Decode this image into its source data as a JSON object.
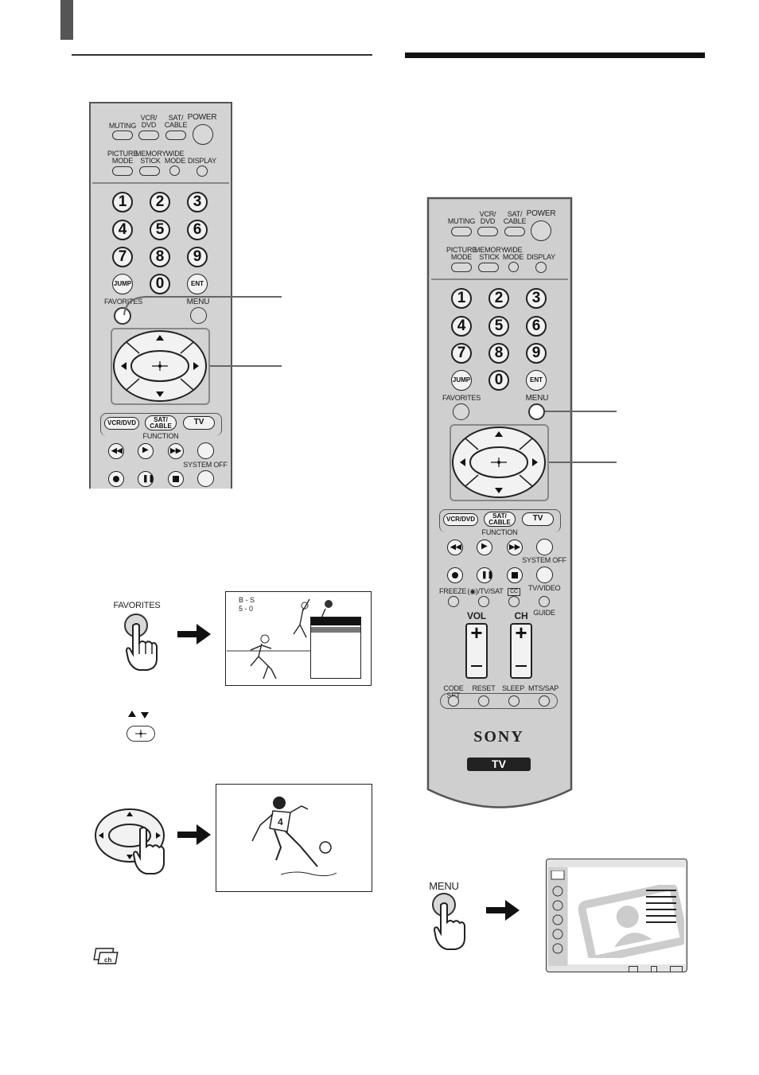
{
  "remote": {
    "muting": "MUTING",
    "vcr_dvd": "VCR/\nDVD",
    "sat_cable": "SAT/\nCABLE",
    "power": "POWER",
    "picture_mode": "PICTURE\nMODE",
    "memory_stick": "MEMORY\nSTICK",
    "wide_mode": "WIDE\nMODE",
    "display": "DISPLAY",
    "digits": [
      "1",
      "2",
      "3",
      "4",
      "5",
      "6",
      "7",
      "8",
      "9"
    ],
    "jump": "JUMP",
    "zero": "0",
    "ent": "ENT",
    "favorites": "FAVORITES",
    "menu": "MENU",
    "func_vcr_dvd": "VCR/DVD",
    "func_sat_cable": "SAT/\nCABLE",
    "func_tv": "TV",
    "function": "FUNCTION",
    "system_off": "SYSTEM OFF",
    "freeze": "FREEZE",
    "tv_sat": "(◉)/TV/SAT",
    "cc": "CC",
    "tv_video": "TV/VIDEO",
    "guide": "GUIDE",
    "vol": "VOL",
    "ch": "CH",
    "code_set": "CODE SET",
    "reset": "RESET",
    "sleep": "SLEEP",
    "mts_sap": "MTS/SAP",
    "brand": "SONY",
    "tv_badge": "TV"
  },
  "step_favorites": {
    "button_label": "FAVORITES",
    "screen_text": "B - S\n5 - 0"
  },
  "step_menu": {
    "button_label": "MENU"
  }
}
